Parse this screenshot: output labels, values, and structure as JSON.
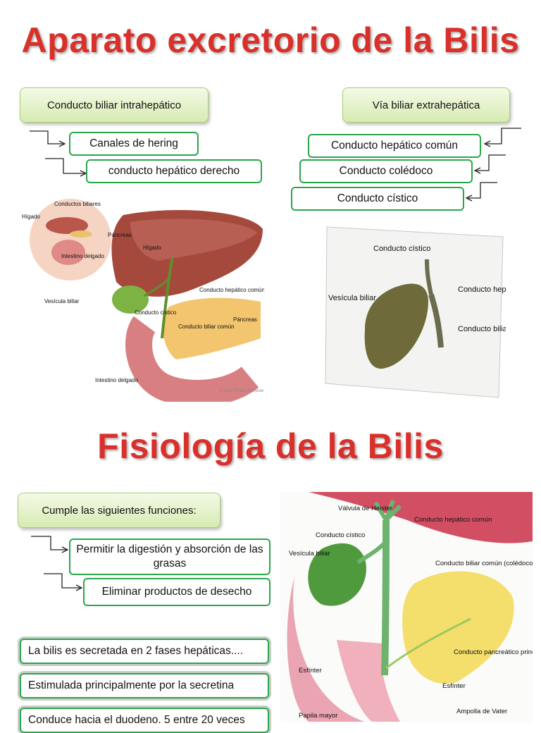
{
  "section1": {
    "title": "Aparato excretorio de la Bilis",
    "left_header": "Conducto biliar intrahepático",
    "left_items": [
      "Canales de hering",
      "conducto hepático derecho"
    ],
    "right_header": "Vía biliar extrahepática",
    "right_items": [
      "Conducto hepático común",
      "Conducto colédoco",
      "Conducto cístico"
    ]
  },
  "figure1": {
    "labels": {
      "conductos_biliares": "Conductos biliares",
      "higado_small": "Hígado",
      "pancreas_small": "Páncreas",
      "intestino_small": "Intestino delgado",
      "higado": "Hígado",
      "vesicula": "Vesícula biliar",
      "hepatico_comun": "Conducto hepático común",
      "cistico": "Conducto cístico",
      "biliar_comun": "Conducto biliar común",
      "pancreas": "Páncreas",
      "intestino": "Intestino delgado",
      "copyright": "© 2012 Terese Winslow"
    }
  },
  "figure2": {
    "labels": {
      "cistico": "Conducto cístico",
      "vesicula": "Vesícula biliar",
      "hepatico_comun": "Conducto hepático común",
      "biliar_comun": "Conducto biliar común"
    }
  },
  "section2": {
    "title": "Fisiología de la Bilis",
    "header": "Cumple las siguientes funciones:",
    "items": [
      "Permitir la digestión y absorción de las grasas",
      "Eliminar productos de desecho"
    ],
    "facts": [
      "La bilis es secretada en 2 fases hepáticas....",
      "Estimulada principalmente por la secretina",
      "Conduce hacia el duodeno. 5 entre 20 veces"
    ]
  },
  "figure3": {
    "labels": {
      "valvula": "Válvula de Heister",
      "hepatico_comun": "Conducto hepático común",
      "cistico": "Conducto cístico",
      "vesicula": "Vesícula biliar",
      "biliar_comun": "Conducto biliar común (colédoco)",
      "pancreatico": "Conducto pancreático principal (de Wirsung)",
      "esfinter_left": "Esfínter",
      "esfinter_right": "Esfínter",
      "papila": "Papila mayor",
      "ampolla": "Ampolla de Vater"
    }
  },
  "colors": {
    "title": "#d9302a",
    "box_border": "#2aa64a",
    "header_fill": "#d6ebb2"
  }
}
